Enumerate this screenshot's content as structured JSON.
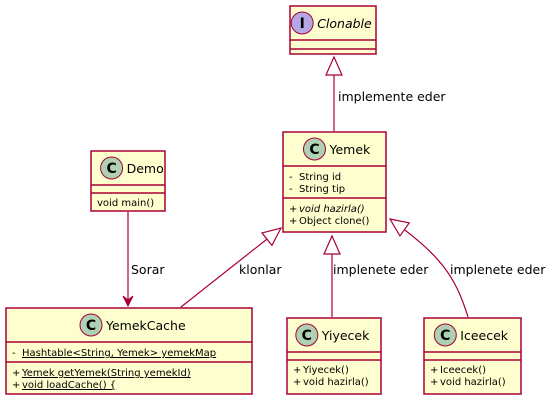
{
  "colors": {
    "box_fill": "#FEFECE",
    "box_border": "#A80036",
    "class_circle": "#ADD1B2",
    "interface_circle": "#B4A7E5",
    "arrow_classic": "#A80036",
    "text": "#000000"
  },
  "classes": [
    {
      "key": "clonable",
      "kind": "interface",
      "stereotype_letter": "I",
      "name": "Clonable",
      "fields": [],
      "methods": []
    },
    {
      "key": "yemek",
      "kind": "abstract",
      "stereotype_letter": "C",
      "name": "Yemek",
      "fields": [
        {
          "vis": "-",
          "text": "String id"
        },
        {
          "vis": "-",
          "text": "String tip"
        }
      ],
      "methods": [
        {
          "vis": "+",
          "text": "void hazirla()",
          "style": "abstract"
        },
        {
          "vis": "+",
          "text": "Object clone()"
        }
      ]
    },
    {
      "key": "demo",
      "kind": "class",
      "stereotype_letter": "C",
      "name": "Demo",
      "fields": [],
      "methods": [
        {
          "vis": "",
          "text": "void main()"
        }
      ]
    },
    {
      "key": "yemekcache",
      "kind": "class",
      "stereotype_letter": "C",
      "name": "YemekCache",
      "fields": [
        {
          "vis": "-",
          "text": "Hashtable<String, Yemek> yemekMap",
          "style": "static"
        }
      ],
      "methods": [
        {
          "vis": "+",
          "text": "Yemek getYemek(String yemekId)",
          "style": "static"
        },
        {
          "vis": "+",
          "text": "void loadCache() {",
          "style": "static"
        }
      ]
    },
    {
      "key": "yiyecek",
      "kind": "class",
      "stereotype_letter": "C",
      "name": "Yiyecek",
      "fields": [],
      "methods": [
        {
          "vis": "+",
          "text": "Yiyecek()"
        },
        {
          "vis": "+",
          "text": "void hazirla()"
        }
      ]
    },
    {
      "key": "iceecek",
      "kind": "class",
      "stereotype_letter": "C",
      "name": "Iceecek",
      "fields": [],
      "methods": [
        {
          "vis": "+",
          "text": "Iceecek()"
        },
        {
          "vis": "+",
          "text": "void hazirla()"
        }
      ]
    }
  ],
  "relations": [
    {
      "key": "yemek-clonable",
      "from": "yemek",
      "to": "clonable",
      "type": "realization",
      "label": "implemente eder"
    },
    {
      "key": "demo-yemekcache",
      "from": "demo",
      "to": "yemekcache",
      "type": "association",
      "label": "Sorar"
    },
    {
      "key": "yemekcache-yemek",
      "from": "yemekcache",
      "to": "yemek",
      "type": "generalization",
      "label": "klonlar"
    },
    {
      "key": "yiyecek-yemek",
      "from": "yiyecek",
      "to": "yemek",
      "type": "generalization",
      "label": "implenete eder"
    },
    {
      "key": "iceecek-yemek",
      "from": "iceecek",
      "to": "yemek",
      "type": "generalization",
      "label": "implenete eder"
    }
  ]
}
